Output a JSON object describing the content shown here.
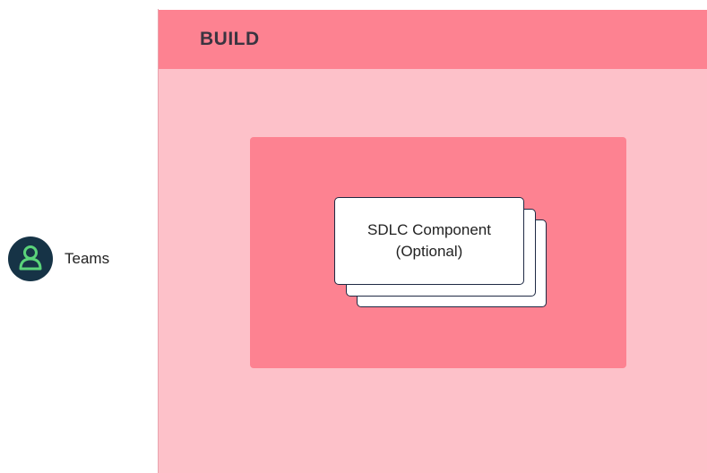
{
  "build": {
    "title": "BUILD"
  },
  "component": {
    "line1": "SDLC Component",
    "line2": "(Optional)"
  },
  "actor": {
    "label": "Teams",
    "icon": "person-icon"
  },
  "colors": {
    "panel_background": "#fdc1c9",
    "header_background": "#fd8291",
    "inner_box": "#fd8291",
    "card_border": "#1f2a44",
    "avatar_background": "#163346",
    "avatar_figure": "#5ad37a"
  }
}
